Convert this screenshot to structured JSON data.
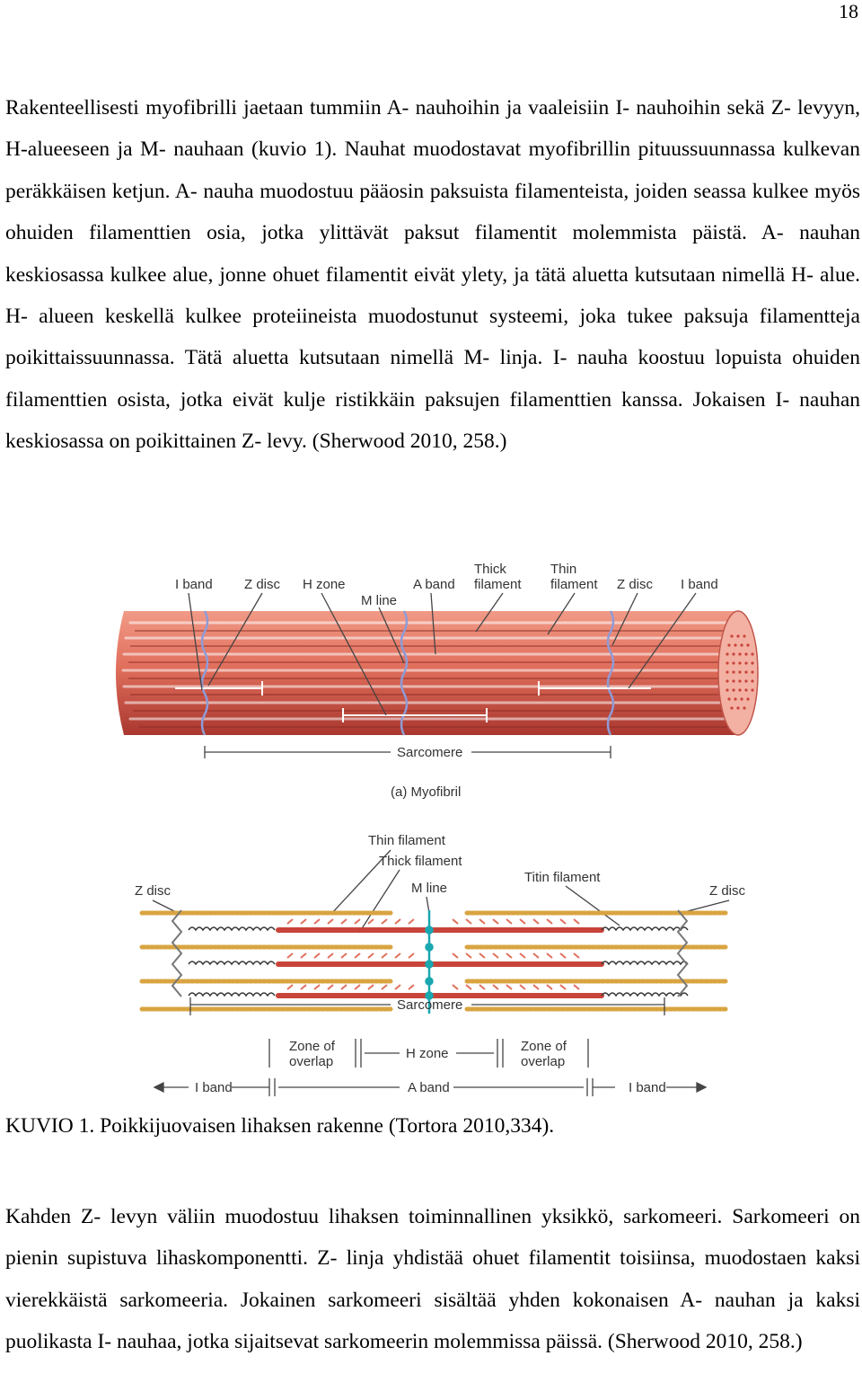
{
  "page": {
    "number": "18"
  },
  "paragraph_1": "Rakenteellisesti myofibrilli jaetaan tummiin A- nauhoihin ja vaaleisiin I- nauhoihin sekä Z- levyyn, H-alueeseen ja M- nauhaan (kuvio 1).  Nauhat muodostavat myofibrillin pituussuunnassa kulkevan peräkkäisen ketjun. A- nauha muodostuu pääosin paksuista filamenteista, joiden seassa kulkee myös ohuiden filamenttien osia, jotka ylittävät paksut filamentit molemmista päistä. A- nauhan keskiosassa kulkee alue, jonne ohuet filamentit eivät ylety, ja tätä aluetta kutsutaan nimellä H- alue. H- alueen keskellä kulkee proteiineista muodostunut systeemi, joka tukee paksuja filamentteja poikittaissuunnassa. Tätä aluetta kutsutaan nimellä M- linja.  I- nauha koostuu lopuista ohuiden filamenttien osista, jotka eivät kulje ristikkäin paksujen filamenttien kanssa. Jokaisen I- nauhan keskiosassa on poikittainen Z- levy. (Sherwood 2010, 258.)",
  "figure": {
    "top_labels": {
      "i_band_left": "I band",
      "z_disc_left": "Z disc",
      "h_zone": "H zone",
      "m_line": "M line",
      "a_band": "A band",
      "thick_1": "Thick",
      "thick_2": "filament",
      "thin_1": "Thin",
      "thin_2": "filament",
      "z_disc_right": "Z disc",
      "i_band_right": "I band"
    },
    "sarcomere_top": "Sarcomere",
    "subtitle": "(a) Myofibril",
    "bottom_labels": {
      "thin_filament": "Thin filament",
      "thick_filament": "Thick filament",
      "m_line": "M line",
      "titin_filament": "Titin filament",
      "z_disc_left": "Z disc",
      "z_disc_right": "Z disc",
      "sarcomere": "Sarcomere",
      "zone_overlap_1": "Zone of",
      "zone_overlap_2": "overlap",
      "h_zone": "H zone",
      "i_band_left": "I band",
      "a_band": "A band",
      "i_band_right": "I band"
    },
    "colors": {
      "muscle": "#e06f5c",
      "muscle_dark": "#b9443a",
      "thick": "#d9a441",
      "thin": "#c8443a",
      "m_line": "#1aa7b0"
    }
  },
  "caption": "KUVIO 1. Poikkijuovaisen lihaksen rakenne (Tortora 2010,334).",
  "paragraph_2": "Kahden Z- levyn väliin muodostuu lihaksen toiminnallinen yksikkö, sarkomeeri. Sarkomeeri on pienin supistuva lihaskomponentti. Z- linja yhdistää ohuet filamentit toisiinsa, muodostaen kaksi vierekkäistä sarkomeeria. Jokainen sarkomeeri sisältää yhden kokonaisen A- nauhan ja kaksi puolikasta I- nauhaa, jotka sijaitsevat sarkomeerin molemmissa päissä. (Sherwood 2010, 258.)"
}
